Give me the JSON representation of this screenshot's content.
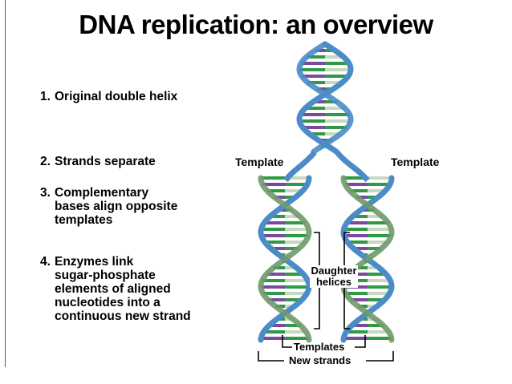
{
  "title": "DNA replication: an overview",
  "steps": [
    {
      "number": "1.",
      "lines": [
        "Original double helix"
      ]
    },
    {
      "number": "2.",
      "lines": [
        "Strands separate"
      ]
    },
    {
      "number": "3.",
      "lines": [
        "Complementary",
        "bases align opposite",
        "templates"
      ]
    },
    {
      "number": "4.",
      "lines": [
        "Enzymes link",
        "sugar-phosphate",
        "elements of aligned",
        "nucleotides into a",
        "continuous new strand"
      ]
    }
  ],
  "labels": {
    "template_left": "Template",
    "template_right": "Template",
    "daughter_line1": "Daughter",
    "daughter_line2": "helices",
    "templates": "Templates",
    "new_strands": "New strands"
  },
  "colors": {
    "template_strand": "#4b8bc8",
    "new_strand": "#6f9a6a",
    "base_green": "#2e9a46",
    "base_purple": "#7a4a9c",
    "base_light": "#c8d8c0"
  }
}
